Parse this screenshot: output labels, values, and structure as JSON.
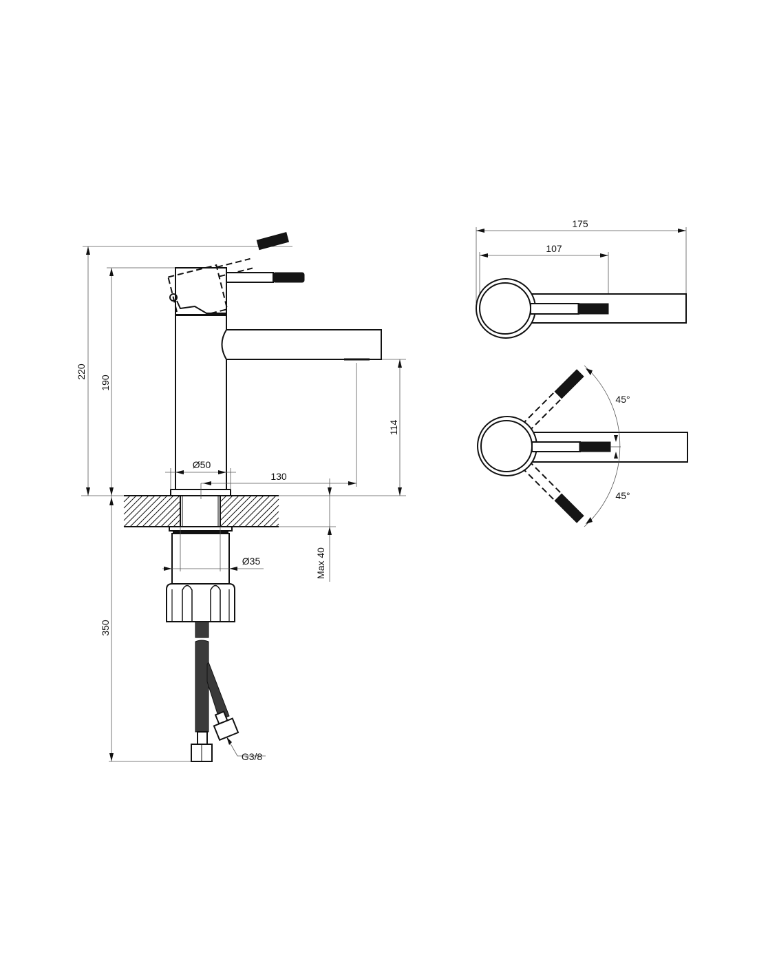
{
  "side_view": {
    "dim_total_height": "220",
    "dim_body_height": "190",
    "dim_spout_height": "114",
    "dim_spout_reach": "130",
    "dim_body_diameter": "Ø50",
    "dim_countertop_max": "Max 40",
    "dim_thread_diameter": "Ø35",
    "dim_hose_length": "350",
    "hose_connection": "G3/8"
  },
  "top_view": {
    "dim_overall_length": "175",
    "dim_lever_length": "107",
    "rotation_angles": [
      {
        "label": "45°",
        "degrees": 45
      },
      {
        "label": "45°",
        "degrees": -45
      }
    ]
  }
}
